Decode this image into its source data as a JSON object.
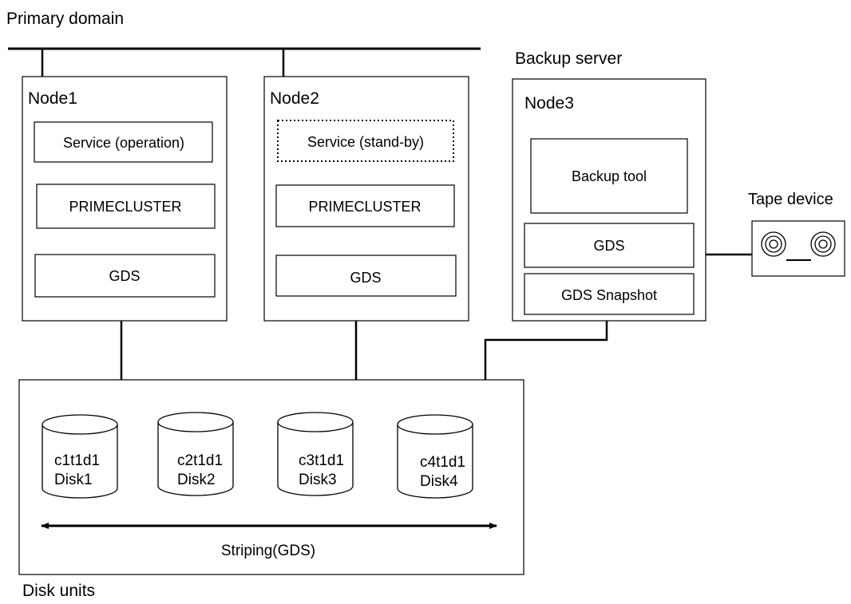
{
  "labels": {
    "primary_domain": "Primary domain",
    "backup_server": "Backup server",
    "tape_device": "Tape device",
    "disk_units": "Disk units",
    "striping": "Striping(GDS)"
  },
  "nodes": [
    {
      "name": "Node1",
      "service": "Service (operation)",
      "cluster": "PRIMECLUSTER",
      "gds": "GDS"
    },
    {
      "name": "Node2",
      "service": "Service (stand-by)",
      "cluster": "PRIMECLUSTER",
      "gds": "GDS"
    },
    {
      "name": "Node3",
      "tool": "Backup tool",
      "gds": "GDS",
      "snapshot": "GDS Snapshot"
    }
  ],
  "disks": [
    {
      "id": "c1t1d1",
      "name": "Disk1"
    },
    {
      "id": "c2t1d1",
      "name": "Disk2"
    },
    {
      "id": "c3t1d1",
      "name": "Disk3"
    },
    {
      "id": "c4t1d1",
      "name": "Disk4"
    }
  ]
}
